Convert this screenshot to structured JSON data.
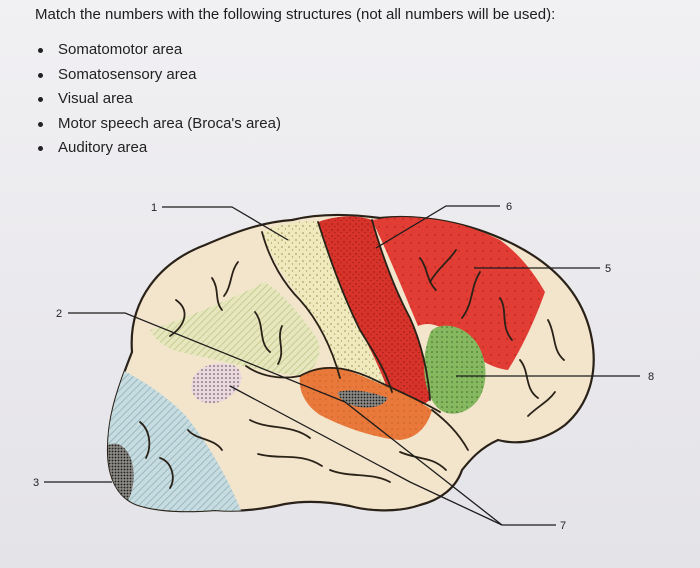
{
  "question": "Match the numbers with the following structures (not all numbers will be used):",
  "options": [
    "Somatomotor area",
    "Somatosensory area",
    "Visual area",
    "Motor speech area (Broca's area)",
    "Auditory area"
  ],
  "labels": [
    "1",
    "2",
    "3",
    "5",
    "6",
    "7",
    "8"
  ],
  "colors": {
    "brain_fill": "#f3e5cc",
    "motor_red": "#d9342b",
    "premotor_red": "#e03b33",
    "sensory_yellow": "#efe9b8",
    "assoc_green_hatch": "#d2d89c",
    "broca_green": "#7fb35b",
    "auditory_orange": "#e97a3a",
    "visual_blue": "#b7d0d6",
    "outline": "#2a2218"
  }
}
